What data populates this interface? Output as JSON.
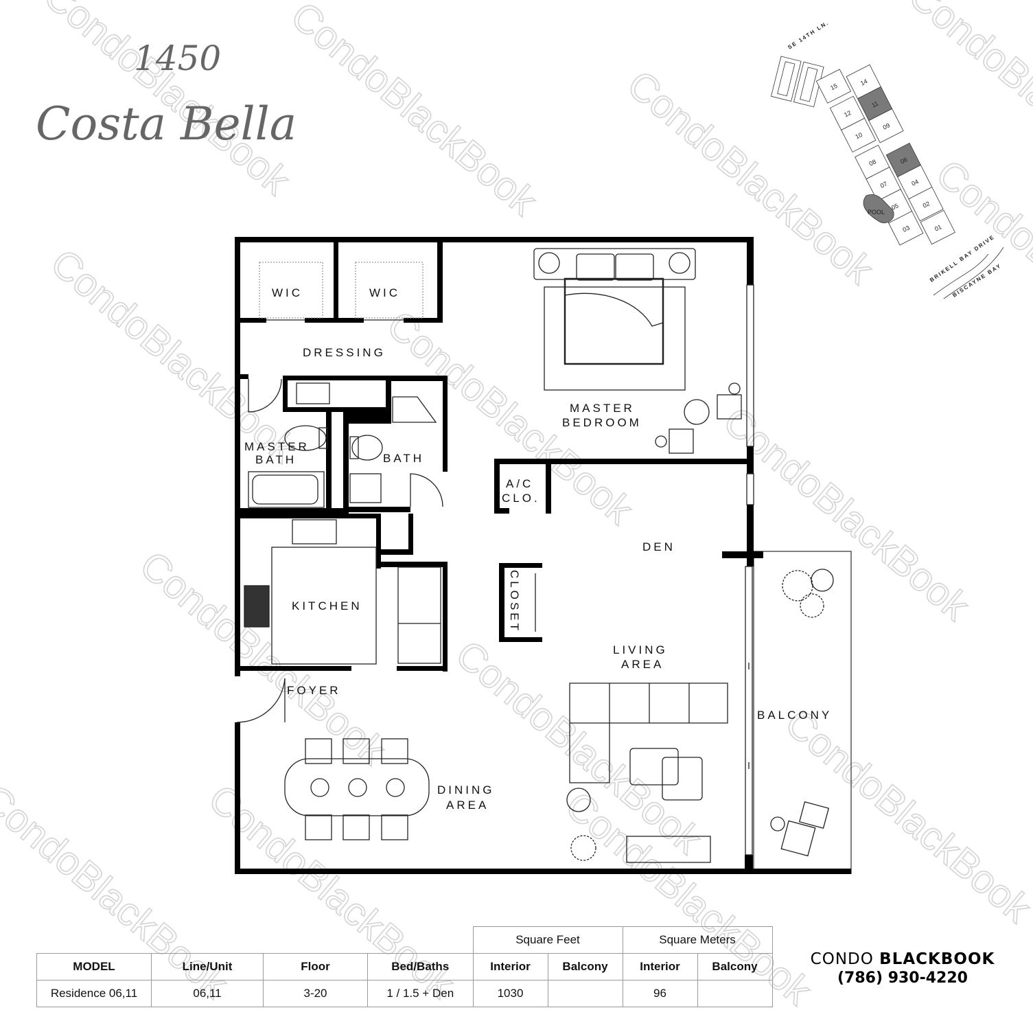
{
  "title": {
    "number": "1450",
    "name": "Costa Bella"
  },
  "watermark": "CondoBlackBook",
  "rooms": {
    "wic1": "WIC",
    "wic2": "WIC",
    "dressing": "DRESSING",
    "master_bedroom_l1": "MASTER",
    "master_bedroom_l2": "BEDROOM",
    "master_bath_l1": "MASTER",
    "master_bath_l2": "BATH",
    "bath": "BATH",
    "ac_l1": "A/C",
    "ac_l2": "CLO.",
    "den": "DEN",
    "closet": "CLOSET",
    "kitchen": "KITCHEN",
    "foyer": "FOYER",
    "living_l1": "LIVING",
    "living_l2": "AREA",
    "dining_l1": "DINING",
    "dining_l2": "AREA",
    "balcony": "BALCONY"
  },
  "site_map": {
    "street_top": "SE 14TH LN.",
    "street_bottom": "BRIKELL BAY DRIVE",
    "water": "BISCAYNE BAY",
    "pool": "POOL",
    "highlighted_units": [
      "11",
      "06"
    ],
    "highlight_color": "#7a7a7a",
    "units": [
      "15",
      "14",
      "12",
      "11",
      "10",
      "09",
      "08",
      "07",
      "06",
      "05",
      "04",
      "03",
      "02",
      "01"
    ]
  },
  "table": {
    "group_headers": [
      "Square Feet",
      "Square Meters"
    ],
    "headers": [
      "MODEL",
      "Line/Unit",
      "Floor",
      "Bed/Baths",
      "Interior",
      "Balcony",
      "Interior",
      "Balcony"
    ],
    "row": [
      "Residence 06,11",
      "06,11",
      "3-20",
      "1 / 1.5 + Den",
      "1030",
      "",
      "96",
      ""
    ]
  },
  "brand": {
    "name_a": "CONDO ",
    "name_b": "BLACKBOOK",
    "phone": "(786) 930-4220"
  }
}
